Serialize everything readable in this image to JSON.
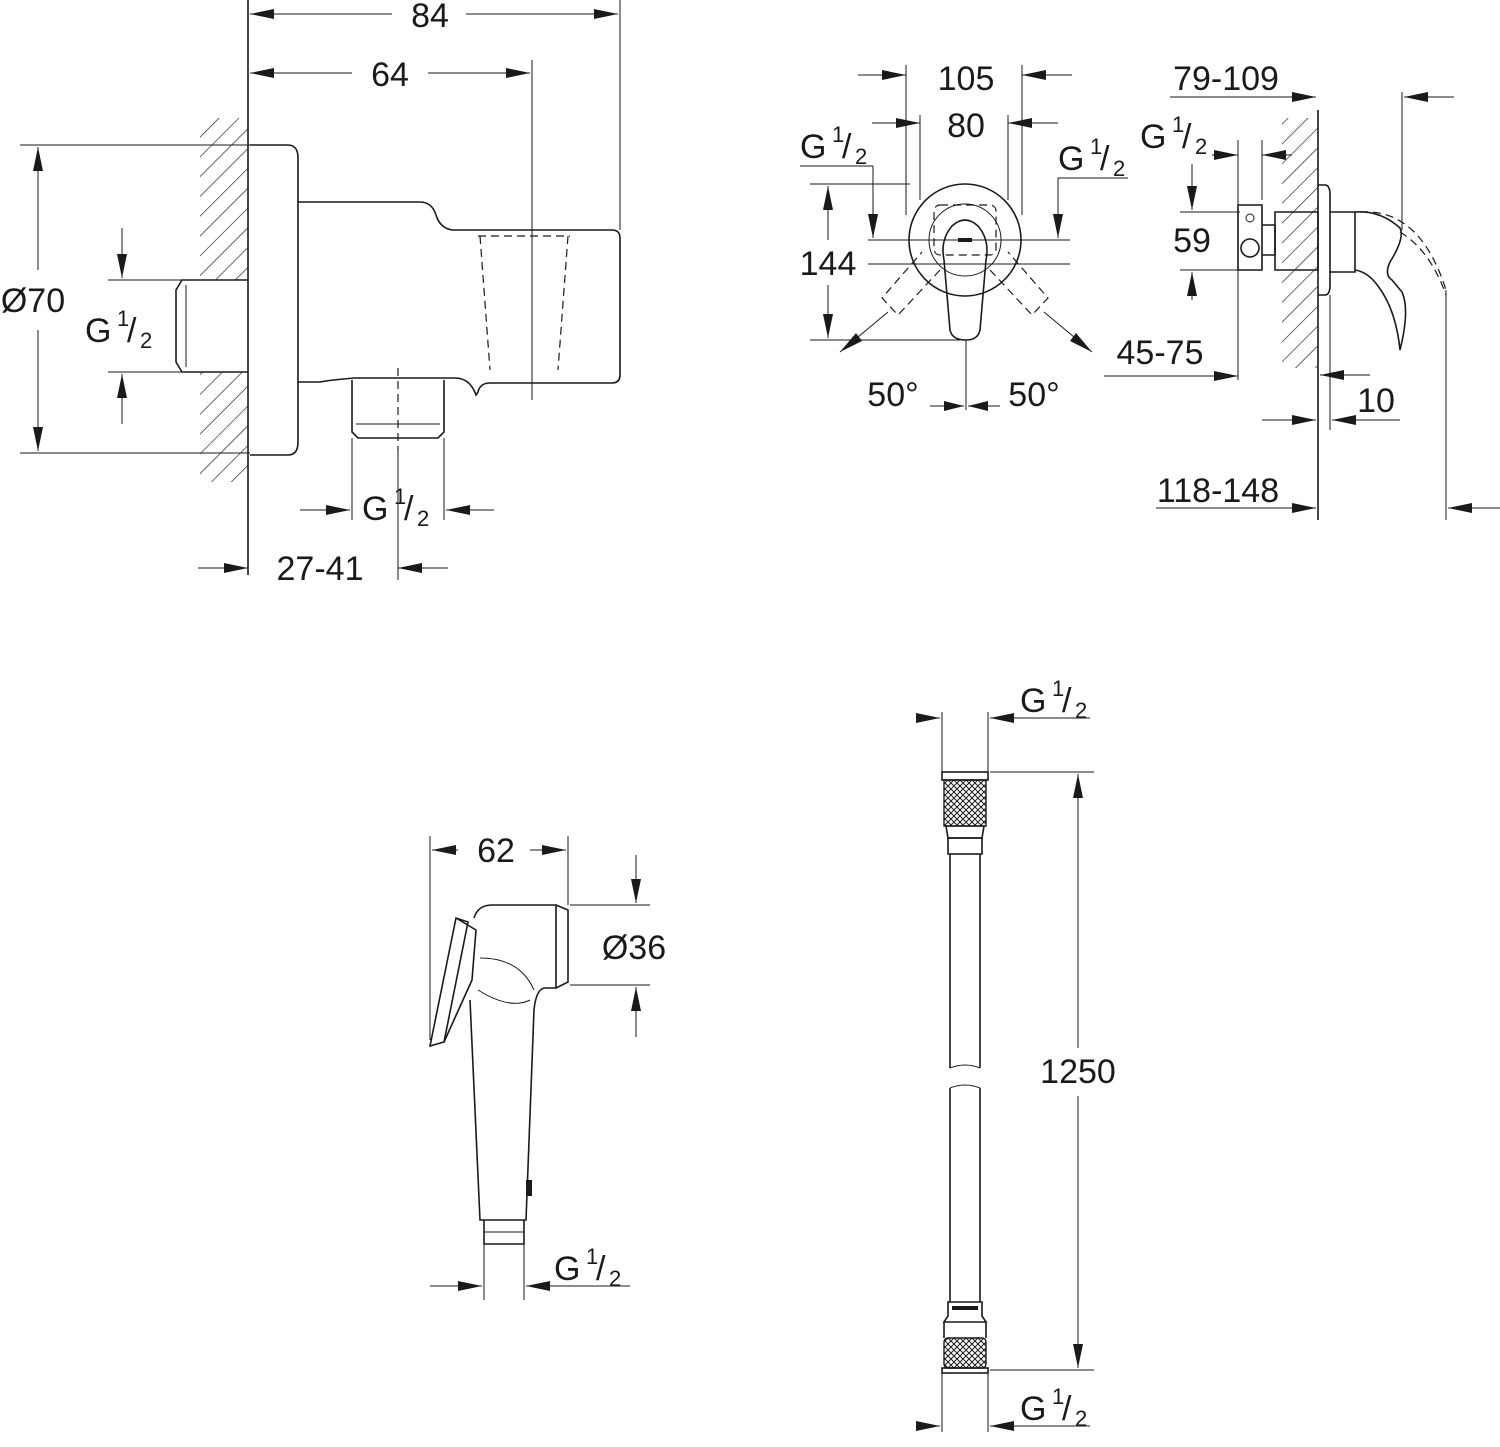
{
  "drawing": {
    "wall_outlet": {
      "dim_overall_depth": "84",
      "dim_body_depth": "64",
      "dim_diameter": "Ø70",
      "thread_inlet": {
        "base": "G",
        "num": "1",
        "den": "2"
      },
      "thread_outlet": {
        "base": "G",
        "num": "1",
        "den": "2"
      },
      "dim_wall_range": "27-41"
    },
    "valve_front": {
      "dim_width_outer": "105",
      "dim_width_inner": "80",
      "thread_left": {
        "base": "G",
        "num": "1",
        "den": "2"
      },
      "thread_right": {
        "base": "G",
        "num": "1",
        "den": "2"
      },
      "dim_height": "144",
      "angle_left": "50°",
      "angle_right": "50°",
      "dim_embed": "45-75"
    },
    "valve_side": {
      "dim_depth_range": "79-109",
      "thread": {
        "base": "G",
        "num": "1",
        "den": "2"
      },
      "dim_height": "59",
      "dim_plate": "10",
      "dim_total_range": "118-148"
    },
    "hand_spray": {
      "dim_length": "62",
      "dim_diameter": "Ø36",
      "thread": {
        "base": "G",
        "num": "1",
        "den": "2"
      }
    },
    "hose": {
      "thread_top": {
        "base": "G",
        "num": "1",
        "den": "2"
      },
      "dim_length": "1250",
      "thread_bottom": {
        "base": "G",
        "num": "1",
        "den": "2"
      }
    }
  }
}
